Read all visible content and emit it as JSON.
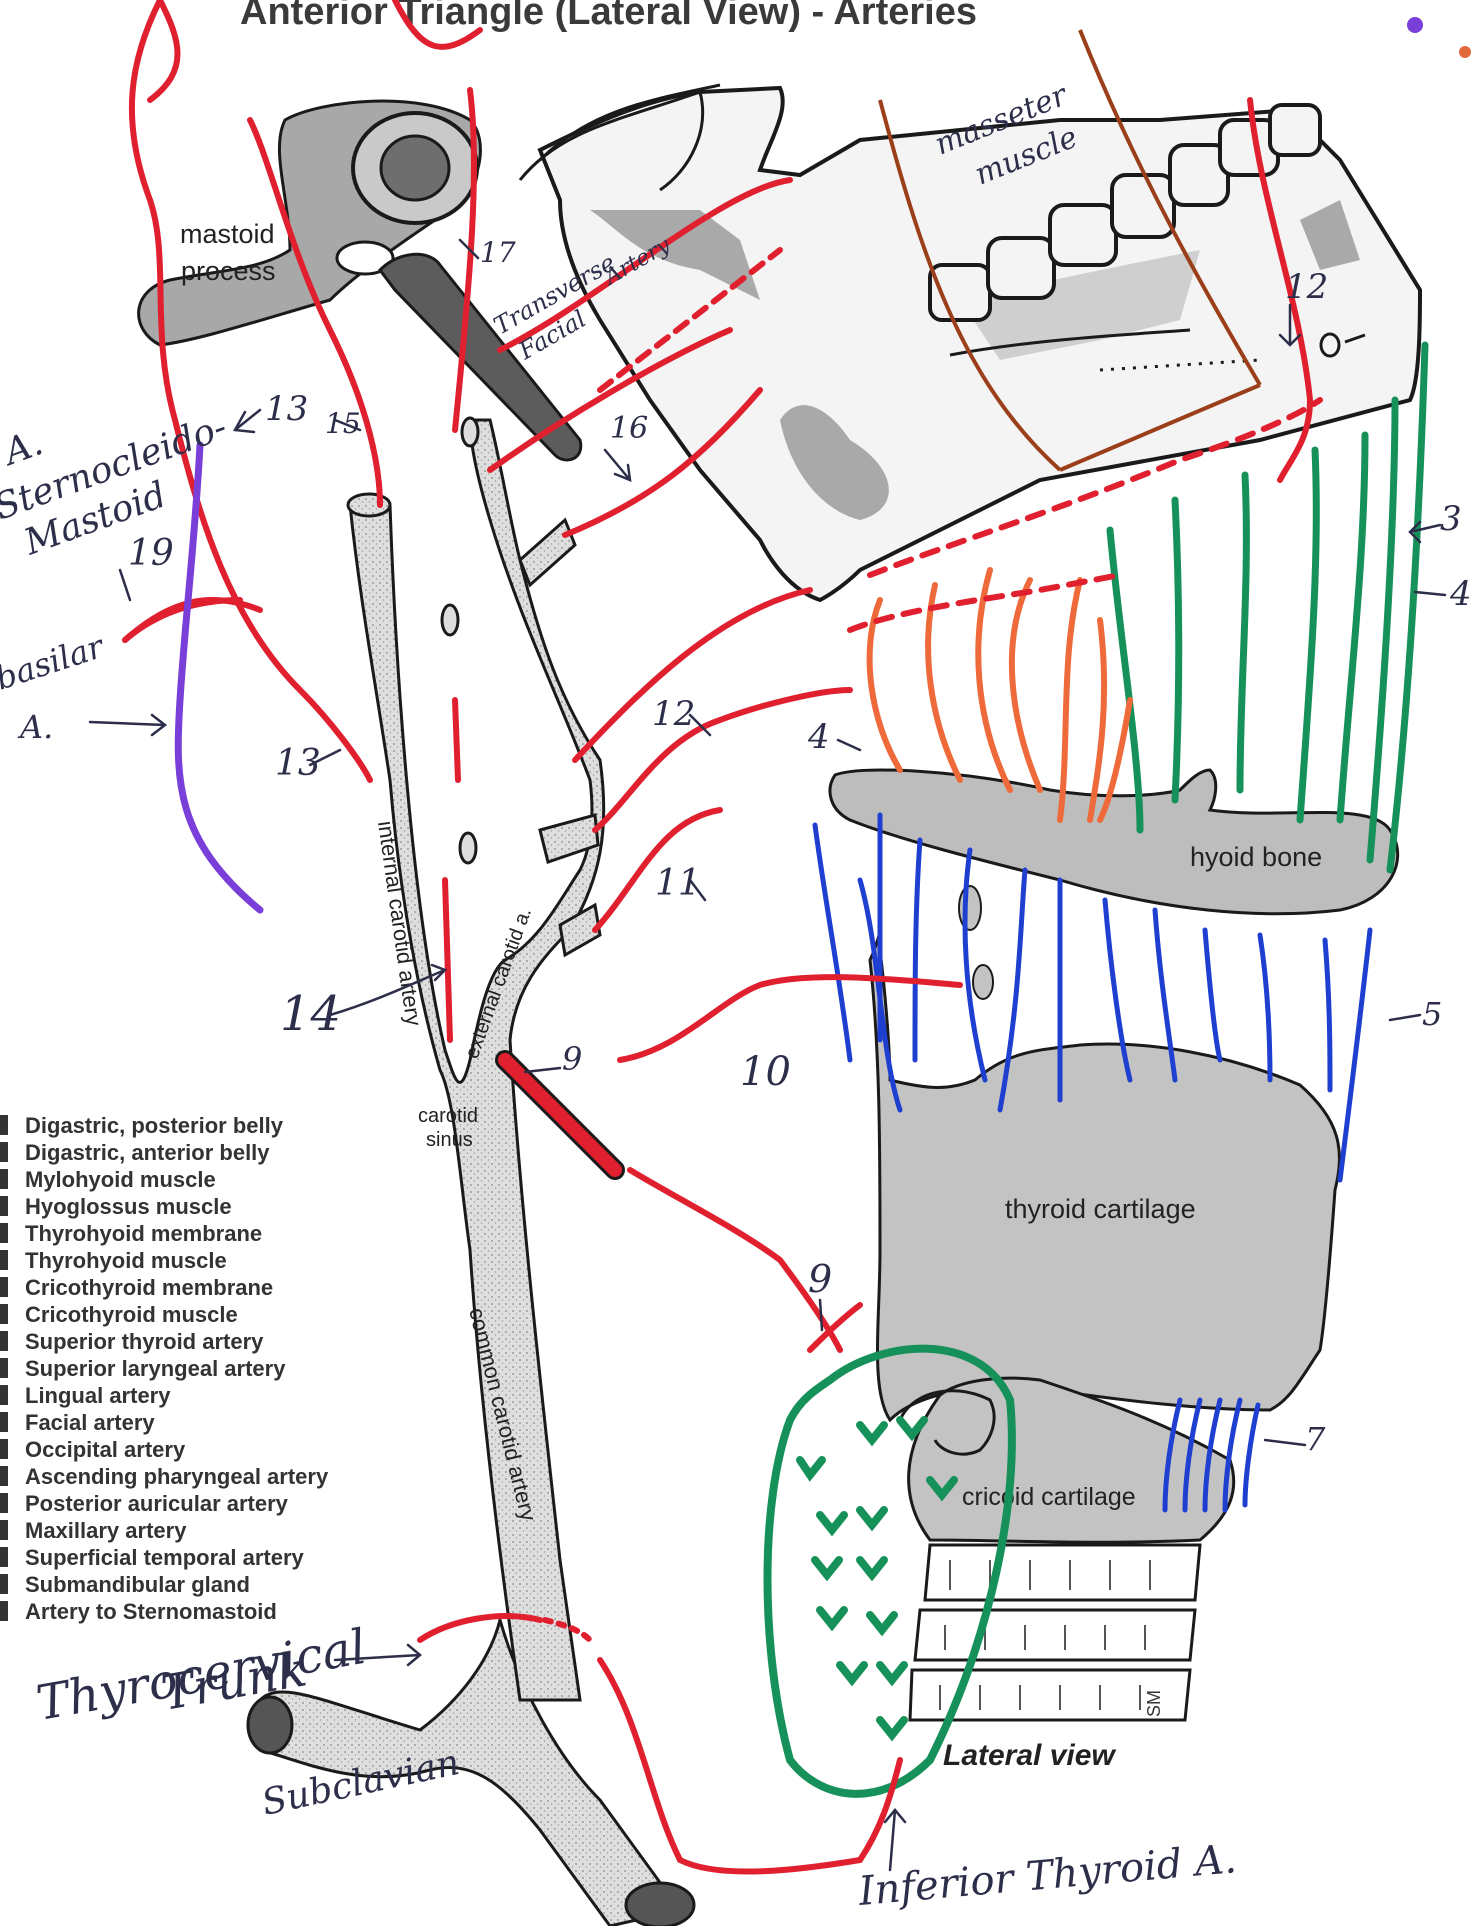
{
  "title": "Anterior Triangle (Lateral View) - Arteries",
  "printed_labels": {
    "mastoid_process": [
      "mastoid",
      "process"
    ],
    "hyoid_bone": "hyoid bone",
    "thyroid_cartilage": "thyroid cartilage",
    "cricoid_cartilage": "cricoid cartilage",
    "internal_carotid": "internal carotid artery",
    "external_carotid": "external carotid a.",
    "carotid_sinus": [
      "carotid",
      "sinus"
    ],
    "common_carotid": "common carotid artery",
    "lateral_view": "Lateral view",
    "signature": "SM"
  },
  "legend": [
    "Digastric, posterior belly",
    "Digastric, anterior belly",
    "Mylohyoid muscle",
    "Hyoglossus muscle",
    "Thyrohyoid membrane",
    "Thyrohyoid muscle",
    "Cricothyroid membrane",
    "Cricothyroid muscle",
    "Superior thyroid artery",
    "Superior laryngeal artery",
    "Lingual artery",
    "Facial artery",
    "Occipital artery",
    "Ascending pharyngeal artery",
    "Posterior auricular artery",
    "Maxillary artery",
    "Superficial temporal artery",
    "Submandibular gland",
    "Artery to Sternomastoid"
  ],
  "handwritten": {
    "masseter": [
      "masseter",
      "muscle"
    ],
    "transverse_facial": [
      "Transverse",
      "Facial",
      "Artery"
    ],
    "sternocleidomastoid": [
      "A.",
      "Sternocleido-",
      "Mastoid"
    ],
    "basilar": [
      "basilar",
      "A."
    ],
    "thyrocervical": [
      "Thyrocervical",
      "Trunk"
    ],
    "subclavian": "Subclavian",
    "inferior_thyroid": "Inferior Thyroid A.",
    "numbers": {
      "n12_top": "12",
      "n3": "3",
      "n4_right": "4",
      "n13_a": "13",
      "n15": "15",
      "n17": "17",
      "n16": "16",
      "n19": "19",
      "n13_b": "13",
      "n12_mid": "12",
      "n4_mid": "4",
      "n11": "11",
      "n14": "14",
      "n9_a": "9",
      "n10": "10",
      "n5": "5",
      "n9_b": "9",
      "n7": "7"
    }
  },
  "colors": {
    "artery_red": "#e0202f",
    "muscle_green": "#16915a",
    "muscle_blue": "#1e3fd0",
    "muscle_orange": "#ef6a3a",
    "masseter_brown": "#9b3f1a",
    "nerve_purple": "#7a3fd8",
    "bone_gray": "#bdbdbd",
    "dark_gray": "#7a7a7a",
    "ink": "#2c2e4a"
  }
}
